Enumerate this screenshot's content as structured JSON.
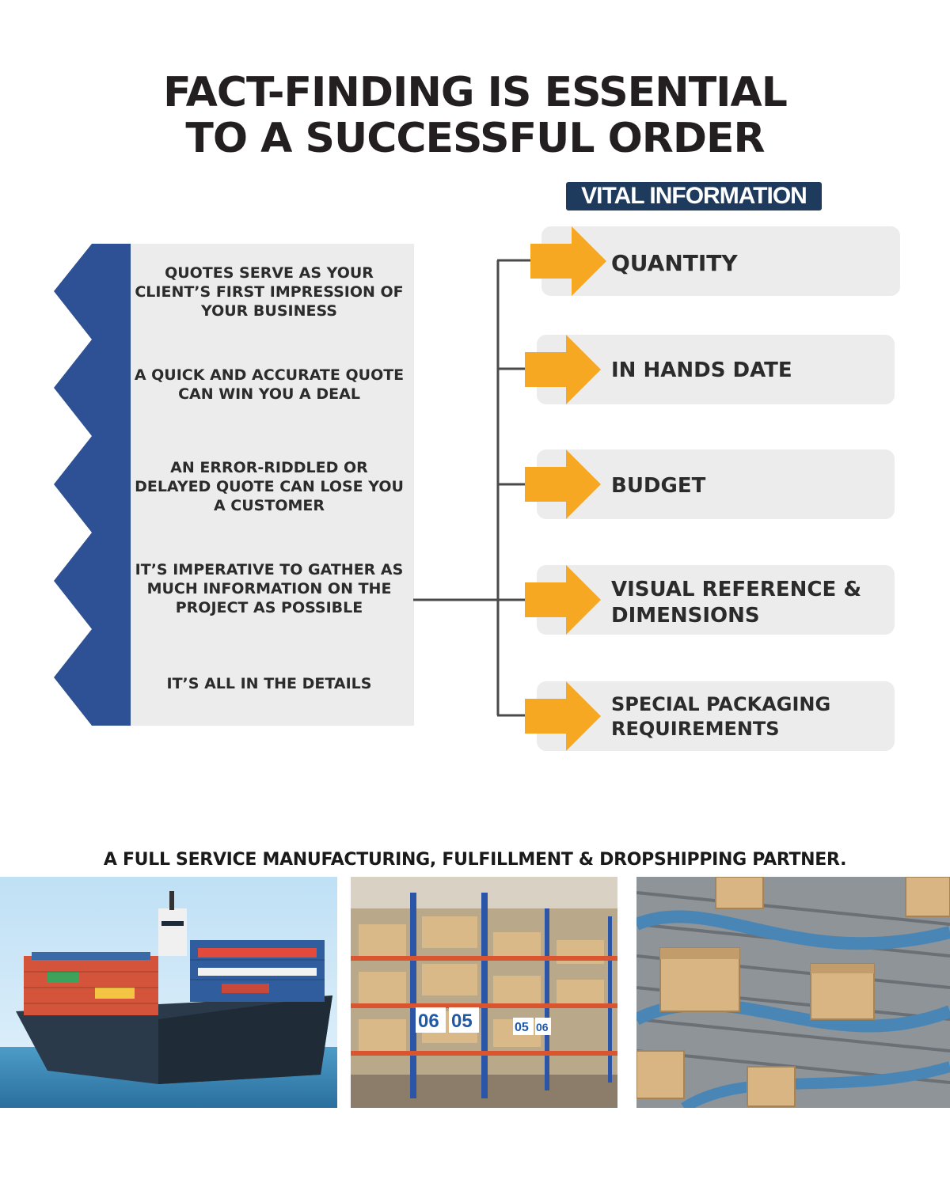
{
  "title": {
    "line1": "FACT-FINDING IS ESSENTIAL",
    "line2": "TO A SUCCESSFUL ORDER"
  },
  "vital_heading": "VITAL INFORMATION",
  "facts": [
    "QUOTES SERVE AS YOUR CLIENT’S FIRST IMPRESSION OF YOUR BUSINESS",
    "A QUICK AND ACCURATE QUOTE CAN WIN YOU A DEAL",
    "AN ERROR-RIDDLED OR DELAYED QUOTE CAN LOSE YOU A CUSTOMER",
    "IT’S IMPERATIVE TO GATHER AS MUCH INFORMATION ON THE PROJECT AS POSSIBLE",
    "IT’S ALL IN THE DETAILS"
  ],
  "vital_items": [
    "QUANTITY",
    "IN HANDS DATE",
    "BUDGET",
    "VISUAL REFERENCE & DIMENSIONS",
    "SPECIAL PACKAGING REQUIREMENTS"
  ],
  "partner_tagline": "A FULL SERVICE MANUFACTURING, FULFILLMENT & DROPSHIPPING PARTNER.",
  "photos": {
    "ship_labels": [
      "06",
      "05",
      "05",
      "06"
    ]
  },
  "colors": {
    "navy": "#2d5194",
    "heading_bg": "#1e3a5c",
    "arrow": "#f7a823",
    "panel": "#ececec",
    "text": "#231f20"
  }
}
